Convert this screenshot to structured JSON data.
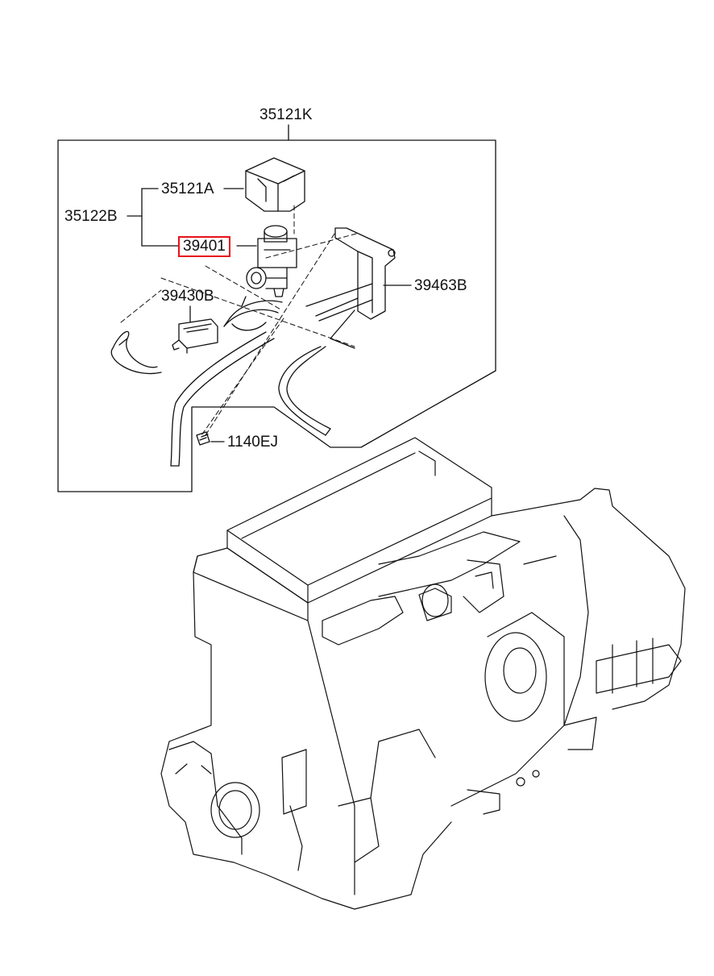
{
  "labels": {
    "assembly": "35121K",
    "bracket_cap": "35121A",
    "valve_group": "35122B",
    "solenoid_valve": "39401",
    "filter": "39430B",
    "mount_bracket": "39463B",
    "bolt": "1140EJ"
  },
  "colors": {
    "line": "#111111",
    "highlight": "#e8101a",
    "background": "#ffffff"
  }
}
